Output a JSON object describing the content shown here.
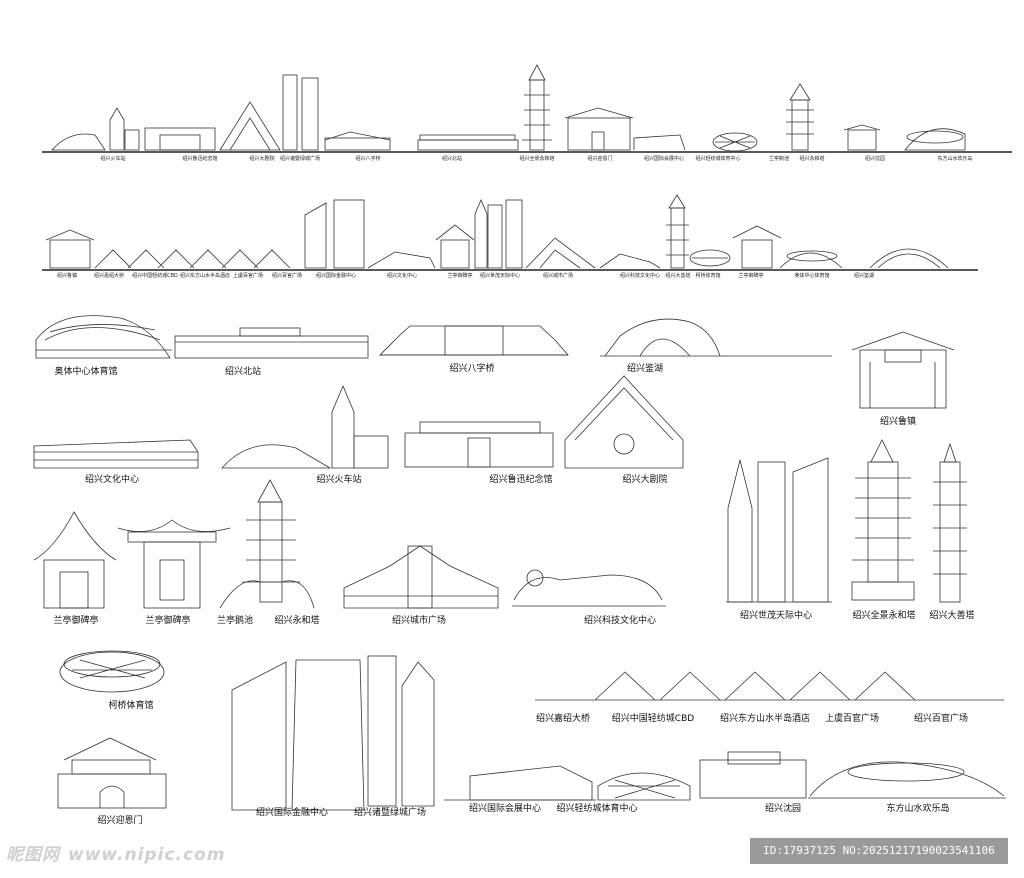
{
  "row1_labels": [
    "绍兴火车站",
    "绍兴鲁迅纪念馆",
    "绍兴大剧院",
    "绍兴诸暨绿城广场",
    "绍兴八字桥",
    "绍兴北站",
    "绍兴全景永和塔",
    "绍兴迎恩门",
    "绍兴国际会展中心",
    "绍兴轻纺城体育中心",
    "兰亭鹅池",
    "绍兴永和塔",
    "绍兴沈园",
    "东方山水欢乐岛"
  ],
  "row2_labels": [
    "绍兴鲁镇",
    "绍兴嘉绍大桥",
    "绍兴中国轻纺城CBD",
    "绍兴东方山水半岛酒店",
    "上虞百官广场",
    "绍兴百官广场",
    "绍兴国际金融中心",
    "绍兴文化中心",
    "兰亭御碑亭",
    "绍兴世茂天际中心",
    "绍兴城市广场",
    "绍兴科技文化中心",
    "绍兴大善塔",
    "柯桥体育馆",
    "兰亭御碑亭",
    "奥体中心体育馆",
    "绍兴鉴湖"
  ],
  "labels": {
    "aoti": "奥体中心体育馆",
    "beizhan": "绍兴北站",
    "bazi": "绍兴八字桥",
    "jianhu": "绍兴鉴湖",
    "luzhen": "绍兴鲁镇",
    "wenhua": "绍兴文化中心",
    "huoche": "绍兴火车站",
    "luxun": "绍兴鲁迅纪念馆",
    "juyuan": "绍兴大剧院",
    "shimao": "绍兴世茂天际中心",
    "yonghe_qj": "绍兴全景永和塔",
    "dashan": "绍兴大善塔",
    "yubei1": "兰亭御碑亭",
    "yubei2": "兰亭御碑亭",
    "echi": "兰亭鹅池",
    "yonghe": "绍兴永和塔",
    "chengshi": "绍兴城市广场",
    "keji": "绍兴科技文化中心",
    "keqiao": "柯桥体育馆",
    "jiashao": "绍兴嘉绍大桥",
    "cbd": "绍兴中国轻纺城CBD",
    "bandao": "绍兴东方山水半岛酒店",
    "shangyu": "上虞百官广场",
    "baiguan": "绍兴百官广场",
    "yingen": "绍兴迎恩门",
    "jinrong": "绍兴国际金融中心",
    "zhuji": "绍兴诸暨绿城广场",
    "huizhan": "绍兴国际会展中心",
    "qingfang": "绍兴轻纺城体育中心",
    "shenyuan": "绍兴沈园",
    "huanle": "东方山水欢乐岛"
  },
  "watermark": {
    "logo": "昵图网",
    "url": "www.nipic.com"
  },
  "id_text": "ID:17937125 NO:20251217190023541106"
}
